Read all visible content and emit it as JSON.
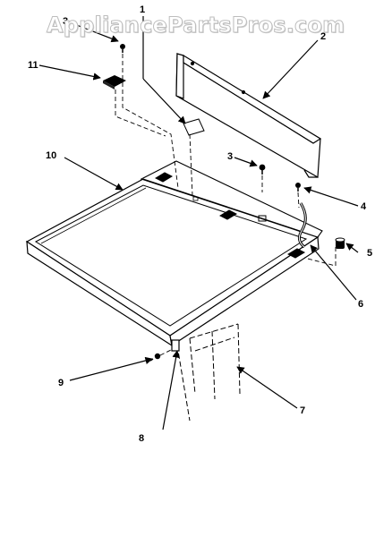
{
  "watermark": "AppliancePartsPros.com",
  "callouts": {
    "c1": "1",
    "c2": "2",
    "c3a": "3",
    "c3b": "3",
    "c4": "4",
    "c5": "5",
    "c6": "6",
    "c7": "7",
    "c8": "8",
    "c9": "9",
    "c10": "10",
    "c11": "11"
  },
  "colors": {
    "ink": "#000000",
    "watermark_outline": "#bdbdbd"
  }
}
